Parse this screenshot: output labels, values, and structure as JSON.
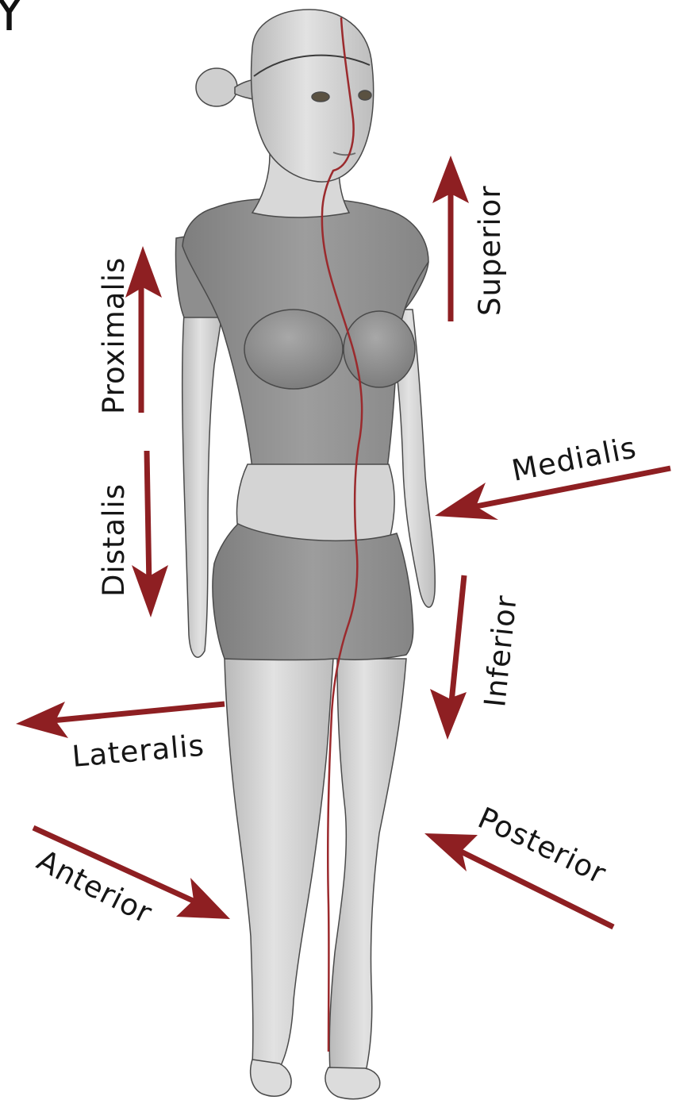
{
  "corner_glyph": "Y",
  "labels": {
    "superior": "Superior",
    "proximalis": "Proximalis",
    "distalis": "Distalis",
    "medialis": "Medialis",
    "inferior": "Inferior",
    "lateralis": "Lateralis",
    "anterior": "Anterior",
    "posterior": "Posterior"
  },
  "colors": {
    "arrow": "#8e1f22",
    "midline": "#9b2a2d",
    "body_light": "#cfcfcf",
    "body_dark": "#8f8f8f",
    "text": "#161616"
  }
}
